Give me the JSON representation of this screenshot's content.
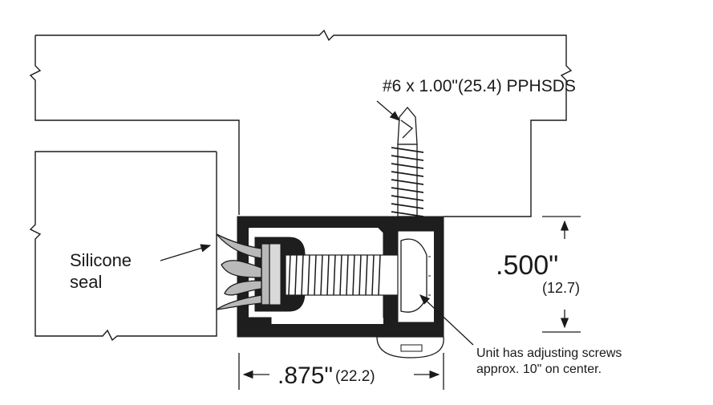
{
  "screw_callout": "#6 x 1.00\"(25.4) PPHSDS",
  "seal_callout": {
    "line1": "Silicone",
    "line2": "seal"
  },
  "height_dimension": {
    "primary": ".500\"",
    "metric": "(12.7)"
  },
  "width_dimension": {
    "primary": ".875\"",
    "metric": "(22.2)"
  },
  "note": {
    "line1": "Unit has adjusting screws",
    "line2": "approx. 10\" on center."
  },
  "colors": {
    "line": "#1a1a1a",
    "extrusion": "#1e1e1e",
    "seal": "#b9b9b9",
    "screw_fill": "#ffffff"
  }
}
